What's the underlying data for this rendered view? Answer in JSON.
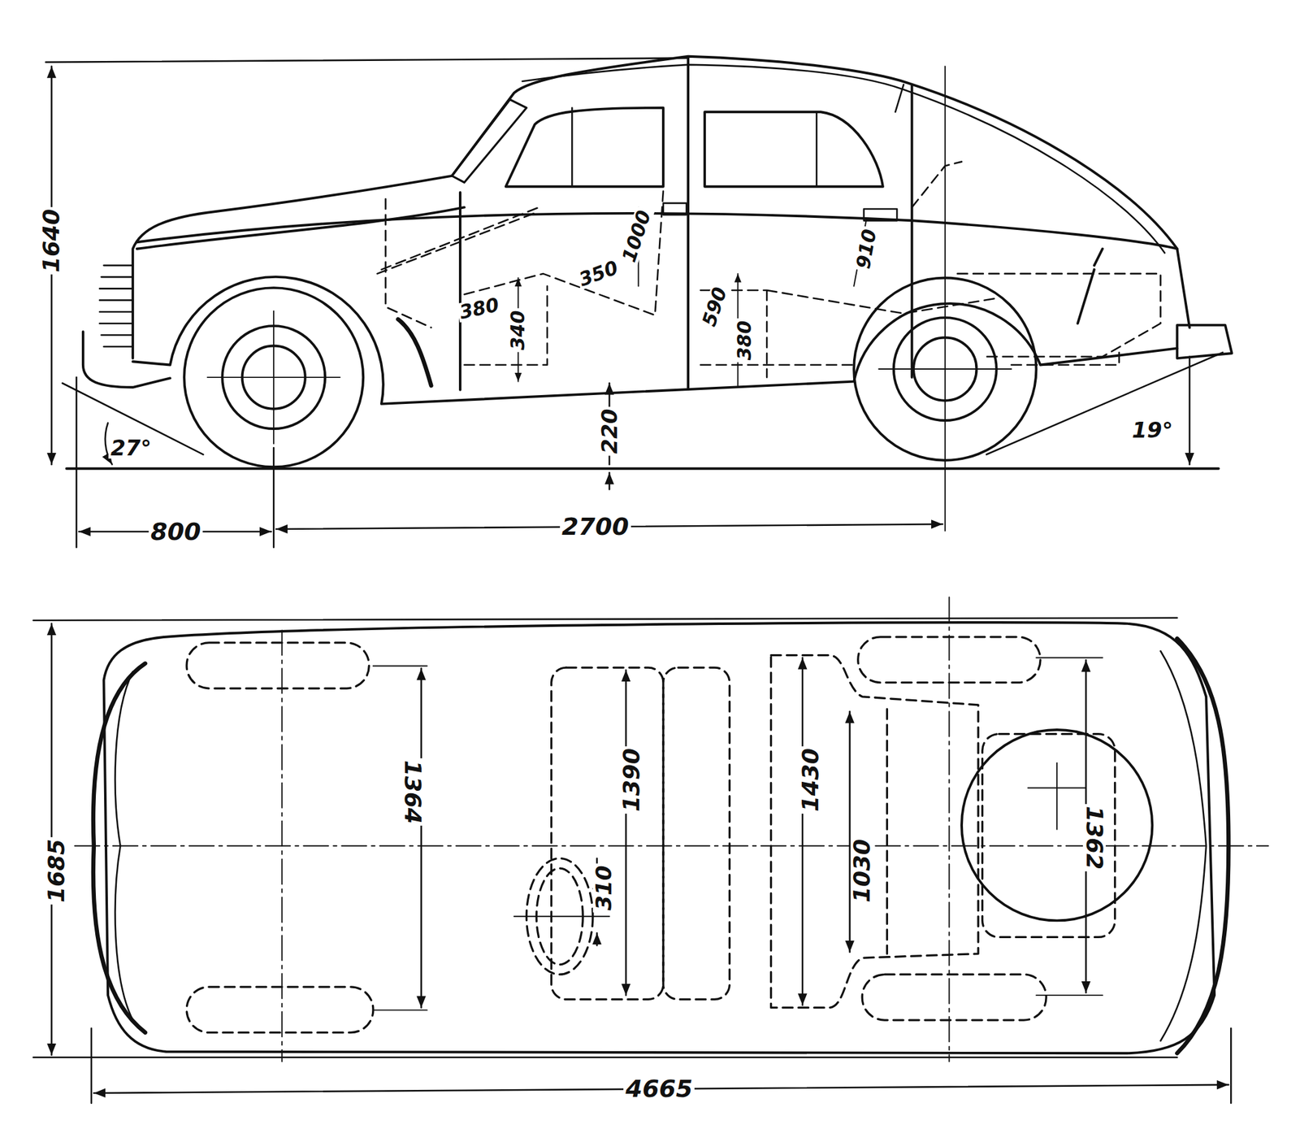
{
  "diagram": {
    "labels": [
      "1640",
      "1000",
      "350",
      "380",
      "340",
      "590",
      "380",
      "910",
      "27°",
      "220",
      "19°",
      "800",
      "2700",
      "1364",
      "1390",
      "1685",
      "310",
      "1430",
      "1030",
      "1362",
      "4665"
    ]
  }
}
